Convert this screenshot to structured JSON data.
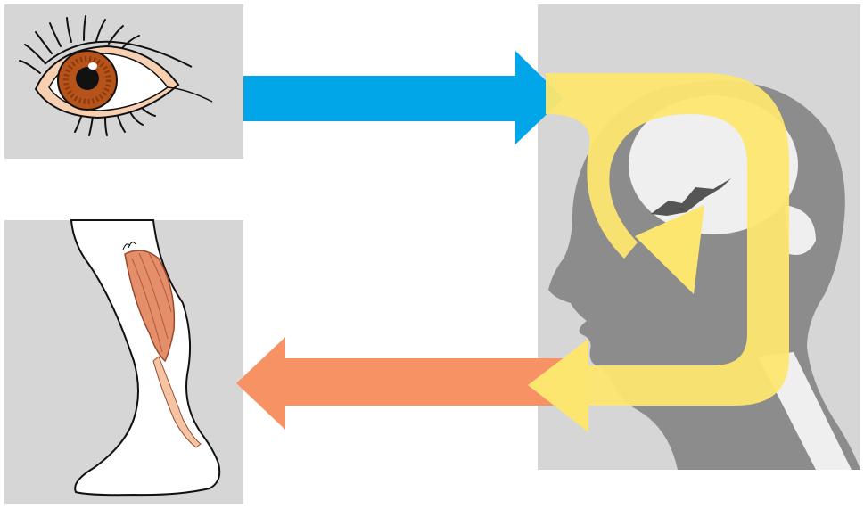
{
  "diagram": {
    "nodes": [
      {
        "id": "eye",
        "depicts": "eye-illustration"
      },
      {
        "id": "brain",
        "depicts": "head-with-brain-illustration"
      },
      {
        "id": "leg",
        "depicts": "leg-muscle-illustration"
      }
    ],
    "arrows": [
      {
        "id": "input-arrow",
        "from": "eye",
        "to": "brain",
        "color": "#00a6e8"
      },
      {
        "id": "processing-arrow",
        "from": "brain",
        "to": "brain",
        "color": "#fde670"
      },
      {
        "id": "output-arrow",
        "from": "brain",
        "to": "leg",
        "color": "#f79265"
      }
    ]
  },
  "colors": {
    "panel_bg": "#d6d6d6",
    "iris": "#b5531a",
    "muscle": "#e58e6c",
    "head_silhouette": "#8c8c8c",
    "skull": "#efefef"
  }
}
